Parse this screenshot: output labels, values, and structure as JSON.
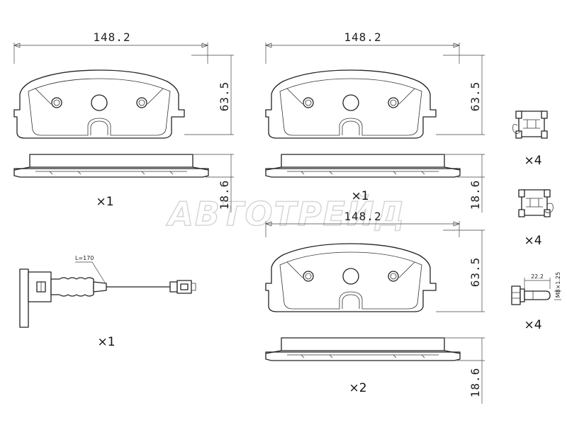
{
  "watermark": "АВТОТРЕЙД",
  "pad_top_left": {
    "width_dim": "148.2",
    "height_dim": "63.5",
    "thickness_dim": "18.6",
    "quantity": "×1"
  },
  "pad_top_right": {
    "width_dim": "148.2",
    "height_dim": "63.5",
    "thickness_dim": "18.6",
    "quantity": "×1"
  },
  "pad_bottom_right": {
    "width_dim": "148.2",
    "height_dim": "63.5",
    "thickness_dim": "18.6",
    "quantity": "×2"
  },
  "wear_sensor": {
    "length_label": "L=170",
    "quantity": "×1"
  },
  "clip_a": {
    "quantity": "×4"
  },
  "clip_b": {
    "quantity": "×4"
  },
  "bolt": {
    "length_dim": "22.2",
    "thread_label": "M8×1.25",
    "quantity": "×4"
  }
}
